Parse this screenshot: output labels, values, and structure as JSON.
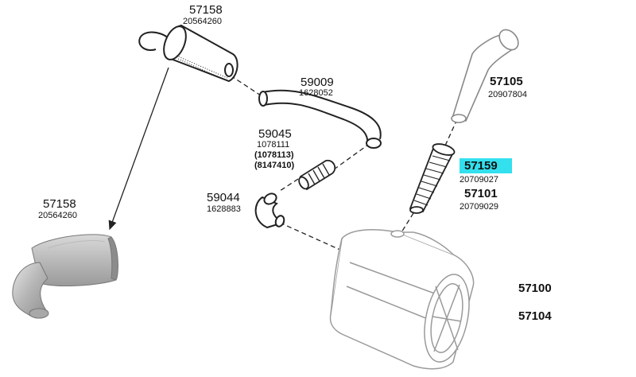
{
  "diagram": {
    "highlight_color": "#33e0ee",
    "labels": {
      "p57158_top": "57158",
      "oe20564260_top": "20564260",
      "p59009": "59009",
      "oe1628052": "1628052",
      "p59045": "59045",
      "oe1078111": "1078111",
      "oe1078113": "(1078113)",
      "oe8147410": "(8147410)",
      "p59044": "59044",
      "oe1628883": "1628883",
      "p57158_left": "57158",
      "oe20564260_left": "20564260",
      "p57105": "57105",
      "oe20907804": "20907804",
      "p57159": "57159",
      "oe20709027": "20709027",
      "p57101": "57101",
      "oe20709029": "20709029",
      "p57100": "57100",
      "p57104": "57104"
    }
  }
}
